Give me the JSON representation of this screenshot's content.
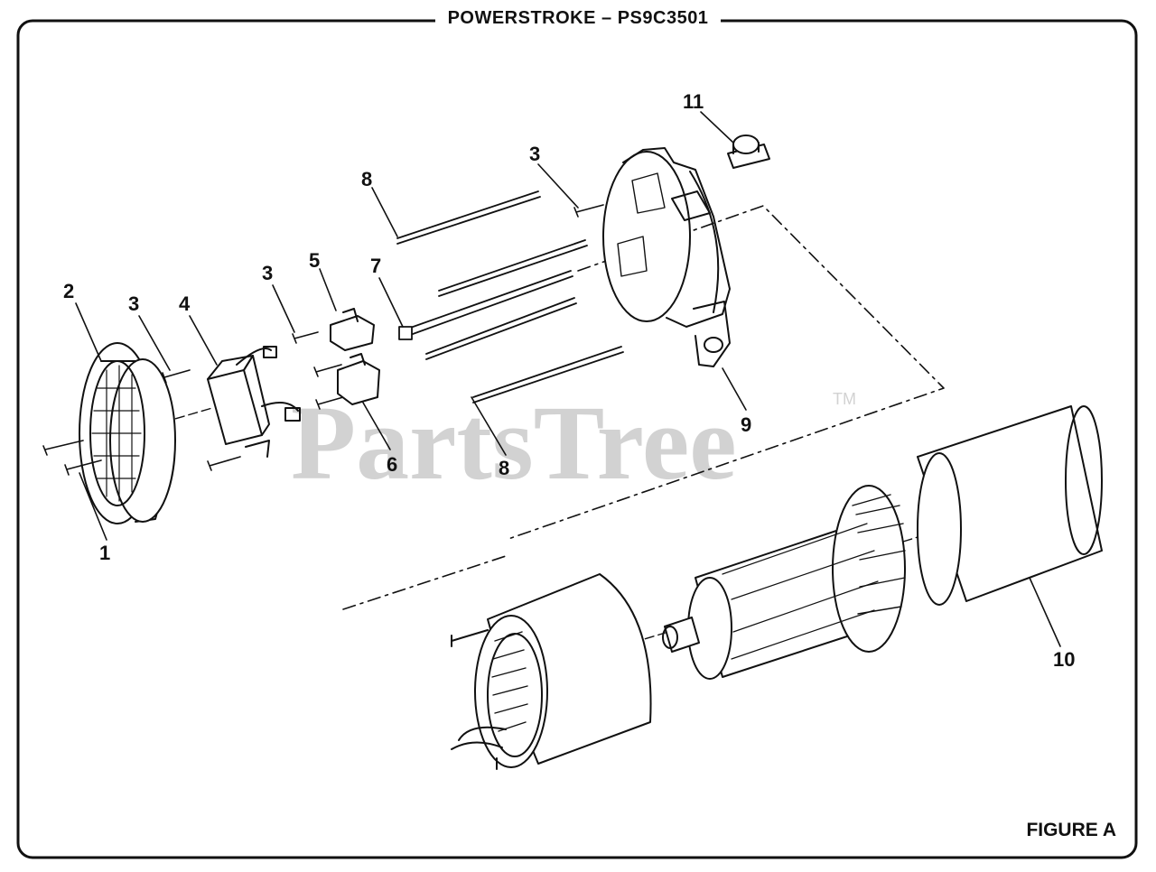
{
  "header": {
    "title": "POWERSTROKE – PS9C3501"
  },
  "figure_label": "FIGURE A",
  "watermark": {
    "text": "PartsTree",
    "mark": "TM"
  },
  "callouts": [
    {
      "id": "1",
      "label": "1"
    },
    {
      "id": "2",
      "label": "2"
    },
    {
      "id": "3a",
      "label": "3"
    },
    {
      "id": "4",
      "label": "4"
    },
    {
      "id": "3b",
      "label": "3"
    },
    {
      "id": "5",
      "label": "5"
    },
    {
      "id": "6",
      "label": "6"
    },
    {
      "id": "7",
      "label": "7"
    },
    {
      "id": "8a",
      "label": "8"
    },
    {
      "id": "8b",
      "label": "8"
    },
    {
      "id": "3c",
      "label": "3"
    },
    {
      "id": "9",
      "label": "9"
    },
    {
      "id": "10",
      "label": "10"
    },
    {
      "id": "11",
      "label": "11"
    }
  ],
  "colors": {
    "line": "#111111",
    "watermark": "#d2d2d2",
    "background": "#ffffff"
  }
}
